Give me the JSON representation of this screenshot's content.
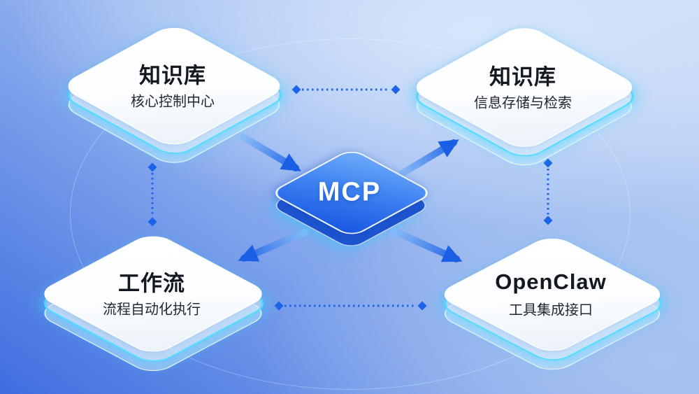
{
  "diagram": {
    "center_node": {
      "label": "MCP"
    },
    "nodes": [
      {
        "position": "top-left",
        "title": "知识库",
        "subtitle": "核心控制中心"
      },
      {
        "position": "top-right",
        "title": "知识库",
        "subtitle": "信息存储与检索"
      },
      {
        "position": "bottom-left",
        "title": "工作流",
        "subtitle": "流程自动化执行"
      },
      {
        "position": "bottom-right",
        "title": "OpenClaw",
        "subtitle": "工具集成接口"
      }
    ],
    "connections": {
      "solid_arrows": [
        {
          "from": "top-left",
          "to": "center"
        },
        {
          "from": "center",
          "to": "top-right"
        },
        {
          "from": "center",
          "to": "bottom-left"
        },
        {
          "from": "center",
          "to": "bottom-right"
        }
      ],
      "dotted_links": [
        {
          "between": [
            "top-left",
            "top-right"
          ]
        },
        {
          "between": [
            "top-left",
            "bottom-left"
          ]
        },
        {
          "between": [
            "top-right",
            "bottom-right"
          ]
        },
        {
          "between": [
            "bottom-left",
            "bottom-right"
          ]
        }
      ]
    }
  },
  "colors": {
    "arrow": "#1a5fe4",
    "arrow_light": "#8cbbf7",
    "dotted": "#1b63e8",
    "glow": "#4fdcff",
    "center_gradient_top": "#6fadf9",
    "center_gradient_bottom": "#1656e0",
    "bg_light": "#d3e3f9",
    "bg_deep": "#3e6ee0",
    "title_text": "#14181f"
  }
}
